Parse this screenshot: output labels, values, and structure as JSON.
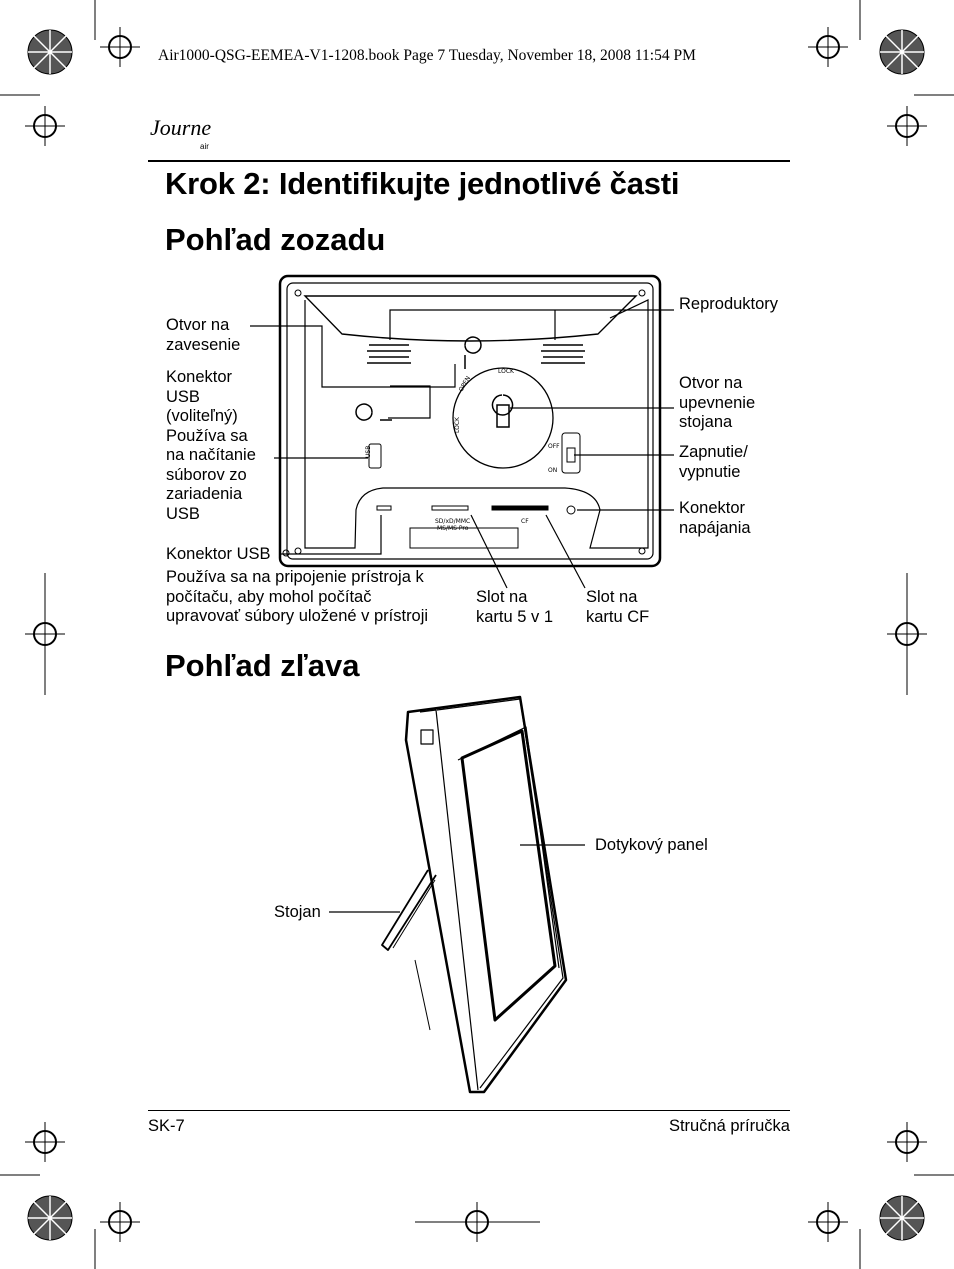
{
  "print_header": "Air1000-QSG-EEMEA-V1-1208.book  Page 7  Tuesday, November 18, 2008  11:54 PM",
  "logo": {
    "text": "Journe",
    "sub": "air"
  },
  "title": "Krok 2: Identifikujte jednotlivé časti",
  "rear_view": {
    "heading": "Pohľad zozadu",
    "labels": {
      "hanging_hole": "Otvor na\nzavesenie",
      "usb_connector_optional": "Konektor\nUSB\n(voliteľný)\nPoužíva sa\nna načítanie\nsúborov zo\nzariadenia\nUSB",
      "usb_connector": "Konektor USB",
      "usb_connector_desc": "Používa sa na pripojenie prístroja k\npočítaču, aby mohol počítač\nupravovať súbory uložené v prístroji",
      "speakers": "Reproduktory",
      "stand_hole": "Otvor na\nupevnenie\nstojana",
      "power_switch": "Zapnutie/\nvypnutie",
      "power_connector": "Konektor\nnapájania",
      "slot_5in1": "Slot na\nkartu 5 v 1",
      "slot_cf": "Slot na\nkartu CF"
    },
    "device_text": {
      "usb": "USB",
      "open": "OPEN",
      "lock_top": "LOCK",
      "lock_side": "LOCK",
      "off": "OFF",
      "on": "ON",
      "sd_slot": "SD/xD/MMC",
      "ms_slot": "MS/MS Pro",
      "cf": "CF"
    }
  },
  "side_view": {
    "heading": "Pohľad zľava",
    "labels": {
      "touch_panel": "Dotykový panel",
      "stand": "Stojan"
    }
  },
  "footer": {
    "page": "SK-7",
    "guide": "Stručná príručka"
  }
}
